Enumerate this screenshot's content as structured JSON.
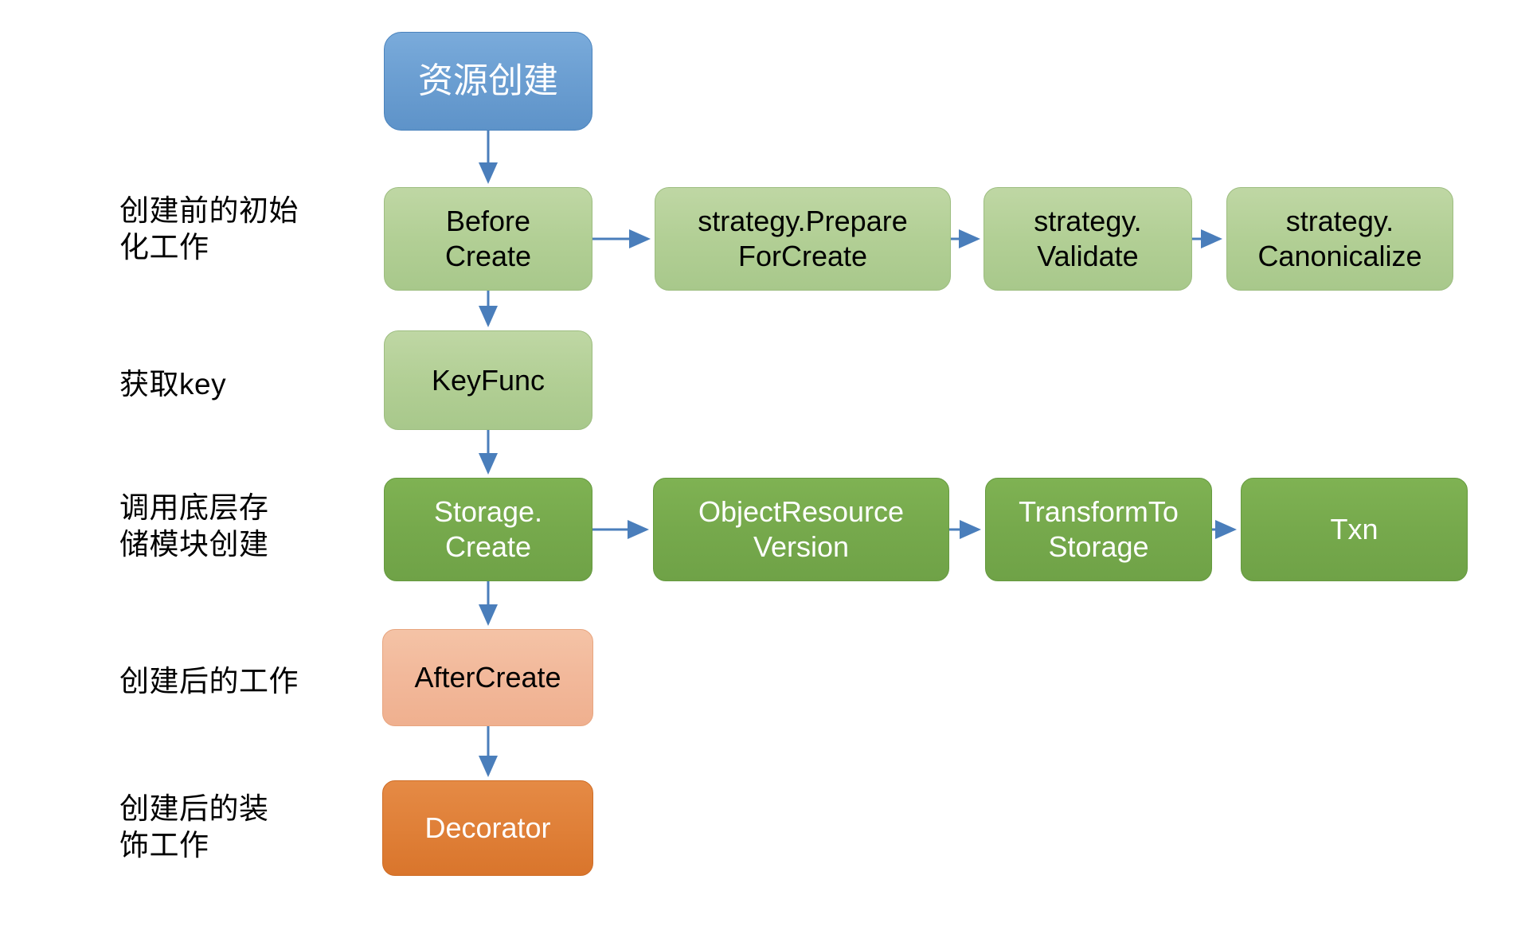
{
  "diagram": {
    "title_node": {
      "label": "资源创建",
      "color": "#6c9fd2"
    },
    "palette": {
      "blue": "#6c9fd2",
      "light_green": "#b2cf95",
      "dark_green": "#76a94c",
      "peach": "#f2b89a",
      "orange": "#df7f37",
      "arrow": "#4a7ebb",
      "text_dark": "#000000",
      "text_light": "#ffffff",
      "background": "#ffffff"
    },
    "stage_labels": [
      {
        "text": "创建前的初始\n化工作"
      },
      {
        "text": "获取key"
      },
      {
        "text": "调用底层存\n储模块创建"
      },
      {
        "text": "创建后的工作"
      },
      {
        "text": "创建后的装\n饰工作"
      }
    ],
    "rows": [
      {
        "name": "before-create",
        "nodes": [
          {
            "label": "Before\nCreate",
            "style": "light-green"
          },
          {
            "label": "strategy.Prepare\nForCreate",
            "style": "light-green"
          },
          {
            "label": "strategy.\nValidate",
            "style": "light-green"
          },
          {
            "label": "strategy.\nCanonicalize",
            "style": "light-green"
          }
        ]
      },
      {
        "name": "key-func",
        "nodes": [
          {
            "label": "KeyFunc",
            "style": "light-green"
          }
        ]
      },
      {
        "name": "storage-create",
        "nodes": [
          {
            "label": "Storage.\nCreate",
            "style": "dark-green"
          },
          {
            "label": "ObjectResource\nVersion",
            "style": "dark-green"
          },
          {
            "label": "TransformTo\nStorage",
            "style": "dark-green"
          },
          {
            "label": "Txn",
            "style": "dark-green"
          }
        ]
      },
      {
        "name": "after-create",
        "nodes": [
          {
            "label": "AfterCreate",
            "style": "peach"
          }
        ]
      },
      {
        "name": "decorator",
        "nodes": [
          {
            "label": "Decorator",
            "style": "orange"
          }
        ]
      }
    ],
    "edges": [
      {
        "from": "资源创建",
        "to": "BeforeCreate",
        "direction": "down"
      },
      {
        "from": "BeforeCreate",
        "to": "strategy.PrepareForCreate",
        "direction": "right"
      },
      {
        "from": "strategy.PrepareForCreate",
        "to": "strategy.Validate",
        "direction": "right"
      },
      {
        "from": "strategy.Validate",
        "to": "strategy.Canonicalize",
        "direction": "right"
      },
      {
        "from": "BeforeCreate",
        "to": "KeyFunc",
        "direction": "down"
      },
      {
        "from": "KeyFunc",
        "to": "Storage.Create",
        "direction": "down"
      },
      {
        "from": "Storage.Create",
        "to": "ObjectResourceVersion",
        "direction": "right"
      },
      {
        "from": "ObjectResourceVersion",
        "to": "TransformToStorage",
        "direction": "right"
      },
      {
        "from": "TransformToStorage",
        "to": "Txn",
        "direction": "right"
      },
      {
        "from": "Storage.Create",
        "to": "AfterCreate",
        "direction": "down"
      },
      {
        "from": "AfterCreate",
        "to": "Decorator",
        "direction": "down"
      }
    ]
  }
}
